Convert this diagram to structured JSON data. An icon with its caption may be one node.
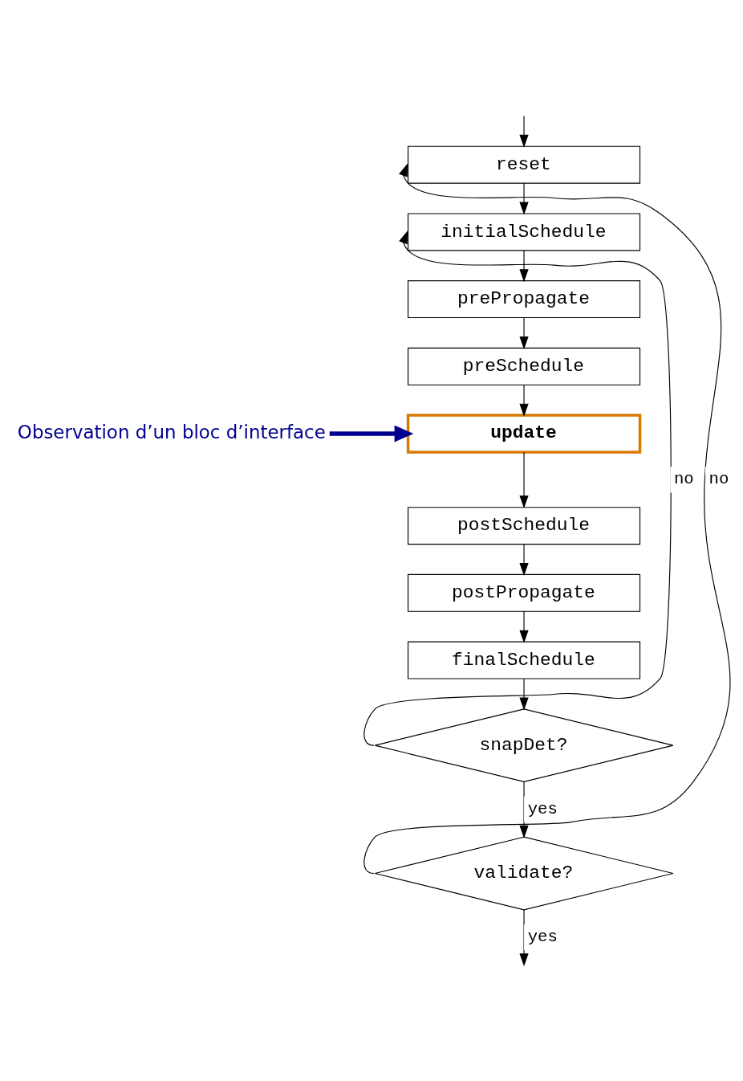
{
  "diagram": {
    "nodes": [
      {
        "text": [
          "reset"
        ]
      },
      {
        "text": [
          "initialSchedule"
        ]
      },
      {
        "text": [
          "prePropagate"
        ]
      },
      {
        "text": [
          "preSchedule"
        ]
      },
      {
        "text": [
          "update"
        ]
      },
      {
        "text": [
          "postSchedule"
        ]
      },
      {
        "text": [
          "postPropagate"
        ]
      },
      {
        "text": [
          "finalSchedule"
        ]
      },
      {
        "text": [
          "snapDet?"
        ]
      },
      {
        "text": [
          "validate?"
        ]
      },
      {
        "text": [
          "Observation d’un bloc d’interface"
        ]
      }
    ],
    "edges": [
      {
        "from": null,
        "to": 0,
        "arrow": "to"
      },
      {
        "from": 0,
        "to": 1,
        "arrow": "to"
      },
      {
        "from": 1,
        "to": 2,
        "arrow": "to"
      },
      {
        "from": 2,
        "to": 3,
        "arrow": "to"
      },
      {
        "from": 3,
        "to": 4,
        "arrow": "to"
      },
      {
        "from": 4,
        "to": 5,
        "arrow": "to"
      },
      {
        "from": 5,
        "to": 6,
        "arrow": "to"
      },
      {
        "from": 6,
        "to": 7,
        "arrow": "to"
      },
      {
        "from": 7,
        "to": 8,
        "arrow": "to"
      },
      {
        "from": 8,
        "to": 1,
        "arrow": "to",
        "label": "no"
      },
      {
        "from": 8,
        "to": 9,
        "arrow": "to",
        "label": "yes"
      },
      {
        "from": 9,
        "to": 0,
        "arrow": "to",
        "label": "no"
      },
      {
        "from": 9,
        "to": null,
        "arrow": "to",
        "label": "yes"
      },
      {
        "from": 10,
        "to": 4,
        "arrow": "to",
        "style": "thick",
        "color": "#000090"
      }
    ]
  }
}
